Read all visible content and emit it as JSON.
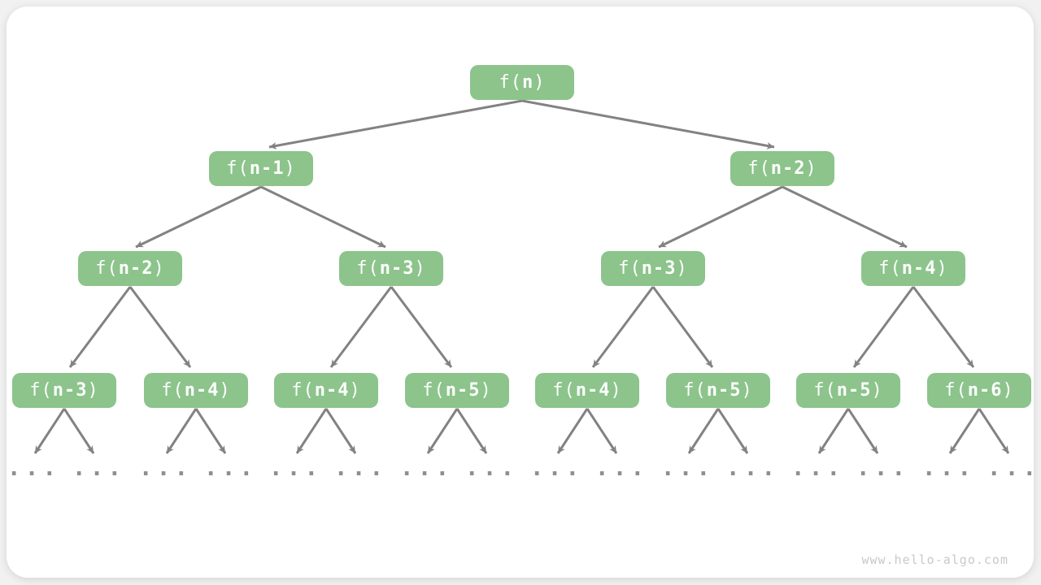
{
  "figure": {
    "watermark": "www.hello-algo.com",
    "ellipsis": "...",
    "colors": {
      "node_fill": "#8cc48c",
      "node_text": "#ffffff",
      "edge": "#828282",
      "dots": "#8f8f8f",
      "watermark": "#c9c9c9",
      "card_bg": "#ffffff",
      "page_bg": "#f1f1f1"
    },
    "tree": {
      "levels": [
        {
          "nodes": [
            {
              "pre": "f(",
              "var": "n",
              "post": ")"
            }
          ]
        },
        {
          "nodes": [
            {
              "pre": "f(",
              "var": "n-1",
              "post": ")"
            },
            {
              "pre": "f(",
              "var": "n-2",
              "post": ")"
            }
          ]
        },
        {
          "nodes": [
            {
              "pre": "f(",
              "var": "n-2",
              "post": ")"
            },
            {
              "pre": "f(",
              "var": "n-3",
              "post": ")"
            },
            {
              "pre": "f(",
              "var": "n-3",
              "post": ")"
            },
            {
              "pre": "f(",
              "var": "n-4",
              "post": ")"
            }
          ]
        },
        {
          "nodes": [
            {
              "pre": "f(",
              "var": "n-3",
              "post": ")"
            },
            {
              "pre": "f(",
              "var": "n-4",
              "post": ")"
            },
            {
              "pre": "f(",
              "var": "n-4",
              "post": ")"
            },
            {
              "pre": "f(",
              "var": "n-5",
              "post": ")"
            },
            {
              "pre": "f(",
              "var": "n-4",
              "post": ")"
            },
            {
              "pre": "f(",
              "var": "n-5",
              "post": ")"
            },
            {
              "pre": "f(",
              "var": "n-5",
              "post": ")"
            },
            {
              "pre": "f(",
              "var": "n-6",
              "post": ")"
            }
          ]
        }
      ]
    }
  }
}
